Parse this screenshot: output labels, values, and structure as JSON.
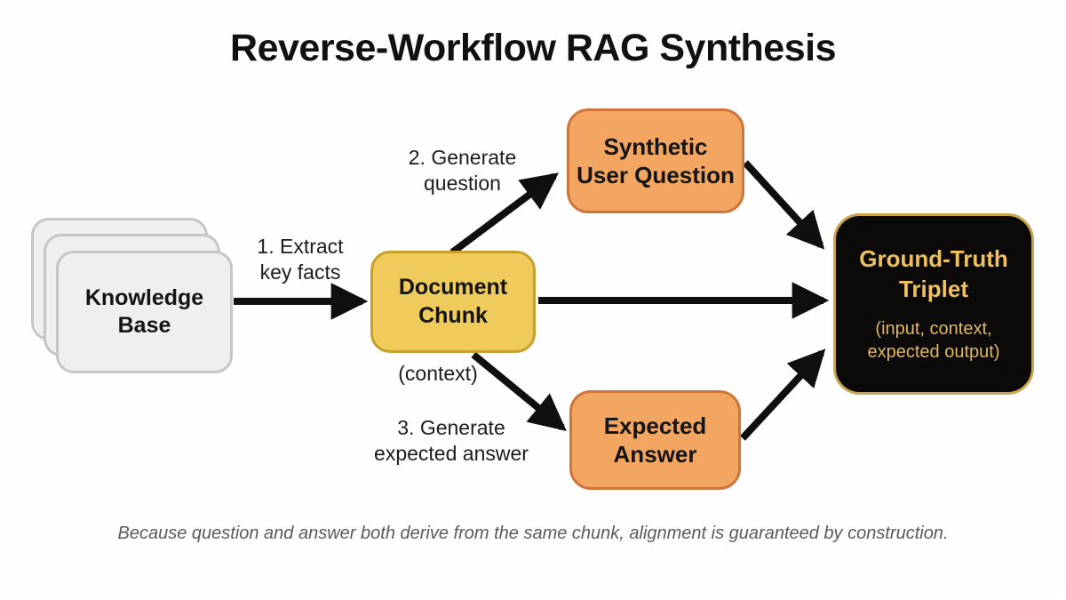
{
  "title": "Reverse-Workflow RAG Synthesis",
  "nodes": {
    "knowledge_base": {
      "line1": "Knowledge",
      "line2": "Base"
    },
    "document_chunk": {
      "line1": "Document",
      "line2": "Chunk"
    },
    "synthetic_user_question": {
      "line1": "Synthetic",
      "line2": "User Question"
    },
    "expected_answer": {
      "line1": "Expected",
      "line2": "Answer"
    },
    "ground_truth_triplet": {
      "line1": "Ground-Truth",
      "line2": "Triplet",
      "sub1": "(input, context,",
      "sub2": "expected output)"
    }
  },
  "edge_labels": {
    "step1_line1": "1. Extract",
    "step1_line2": "key facts",
    "step2_line1": "2. Generate",
    "step2_line2": "question",
    "step3_line1": "3. Generate",
    "step3_line2": "expected answer",
    "context": "(context)"
  },
  "caption": "Because question and answer both derive from the same chunk, alignment is guaranteed by construction.",
  "colors": {
    "background": "#FEFEFE",
    "title_text": "#111111",
    "arrow": "#0F0F0F",
    "label_text": "#1C1C1C",
    "gray_fill": "#EFEFEF",
    "gray_border": "#C6C6C6",
    "yellow_fill": "#EECB5B",
    "yellow_border": "#C99F2C",
    "orange_fill": "#F2A661",
    "orange_border": "#D0753A",
    "black_fill": "#0B0A08",
    "gold_border": "#C8A44B",
    "gold_text": "#EEC05F",
    "gold_subtext": "#E3B75C",
    "caption_text": "#5A5A5A",
    "node_text": "#141414"
  }
}
